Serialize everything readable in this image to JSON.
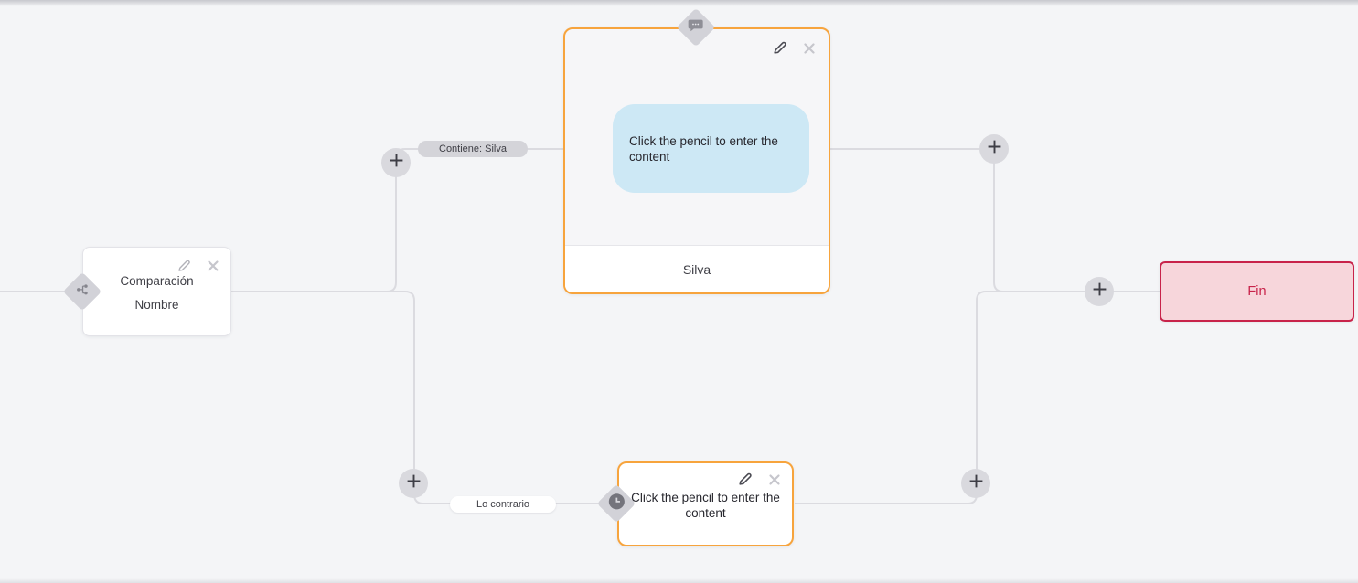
{
  "canvas": {
    "background": "#f4f5f7",
    "line_color": "#dbdbe0"
  },
  "colors": {
    "accent_orange": "#f7a43d",
    "end_border": "#c8234a",
    "end_background": "#f7d6db",
    "bubble_blue": "#cde8f5",
    "pill_gray": "#d4d4d9"
  },
  "nodes": {
    "condition": {
      "title": "Comparación",
      "subtitle": "Nombre",
      "type_icon": "branch-icon"
    },
    "message": {
      "bubble_placeholder": "Click the pencil to enter the content",
      "footer_label": "Silva",
      "type_icon": "chat-bubble-icon"
    },
    "delay": {
      "placeholder": "Click the pencil to enter the content",
      "type_icon": "clock-icon"
    },
    "end": {
      "label": "Fin"
    }
  },
  "edges": {
    "contains_label": "Contiene: Silva",
    "otherwise_label": "Lo contrario"
  }
}
